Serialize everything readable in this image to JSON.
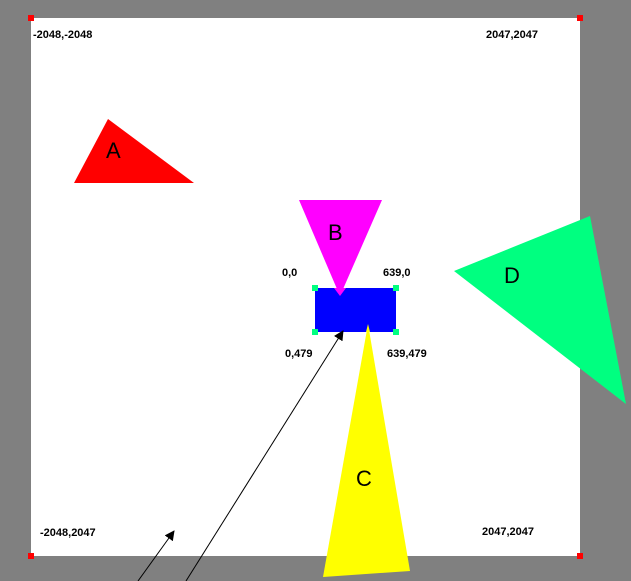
{
  "colors": {
    "background": "#808080",
    "canvas": "#ffffff",
    "corner_marker": "#ff0000",
    "viewport_marker": "#00ff80",
    "viewport": "#0000ff",
    "shape_a": "#ff0000",
    "shape_b": "#ff00ff",
    "shape_c": "#ffff00",
    "shape_d": "#00ff80",
    "arrow": "#000000"
  },
  "canvas": {
    "top_left_label": "-2048,-2048",
    "top_right_label": "2047,2047",
    "bottom_left_label": "-2048,2047",
    "bottom_right_label": "2047,2047"
  },
  "viewport": {
    "top_left_label": "0,0",
    "top_right_label": "639,0",
    "bottom_left_label": "0,479",
    "bottom_right_label": "639,479"
  },
  "shapes": {
    "a": {
      "label": "A"
    },
    "b": {
      "label": "B"
    },
    "c": {
      "label": "C"
    },
    "d": {
      "label": "D"
    }
  }
}
